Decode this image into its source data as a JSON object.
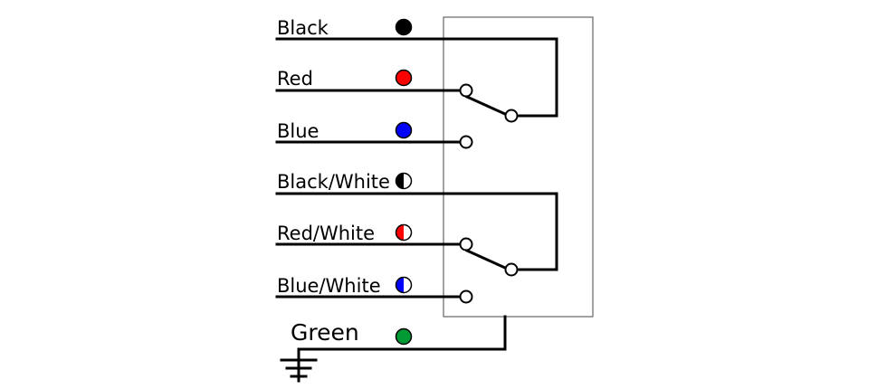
{
  "wires": [
    {
      "id": "black",
      "label": "Black",
      "color": "#000000",
      "style": "solid"
    },
    {
      "id": "red",
      "label": "Red",
      "color": "#ff0000",
      "style": "solid"
    },
    {
      "id": "blue",
      "label": "Blue",
      "color": "#0000ff",
      "style": "solid"
    },
    {
      "id": "black-white",
      "label": "Black/White",
      "color": "#000000",
      "style": "half"
    },
    {
      "id": "red-white",
      "label": "Red/White",
      "color": "#ff0000",
      "style": "half"
    },
    {
      "id": "blue-white",
      "label": "Blue/White",
      "color": "#0000ff",
      "style": "half"
    }
  ],
  "ground": {
    "label": "Green",
    "color": "#009933"
  }
}
